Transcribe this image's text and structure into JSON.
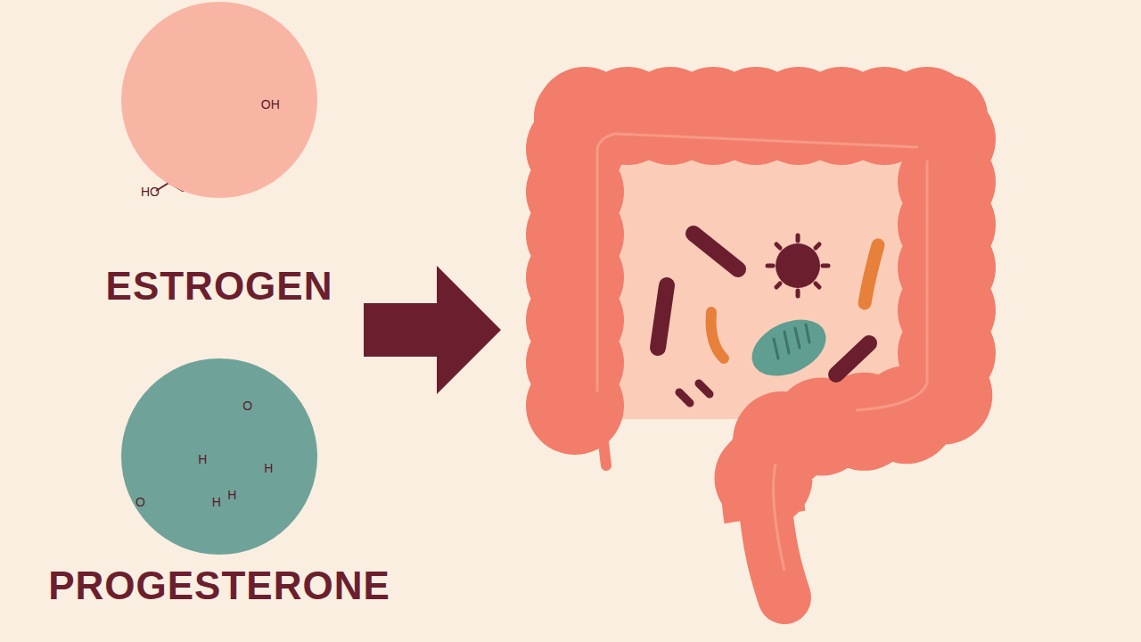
{
  "diagram": {
    "nodes": [
      {
        "text": [
          "ESTROGEN"
        ]
      },
      {
        "text": [
          "PROGESTERONE"
        ]
      }
    ],
    "labels": [
      "OH",
      "HO",
      "O",
      "H",
      "H",
      "H",
      "H",
      "O"
    ]
  }
}
